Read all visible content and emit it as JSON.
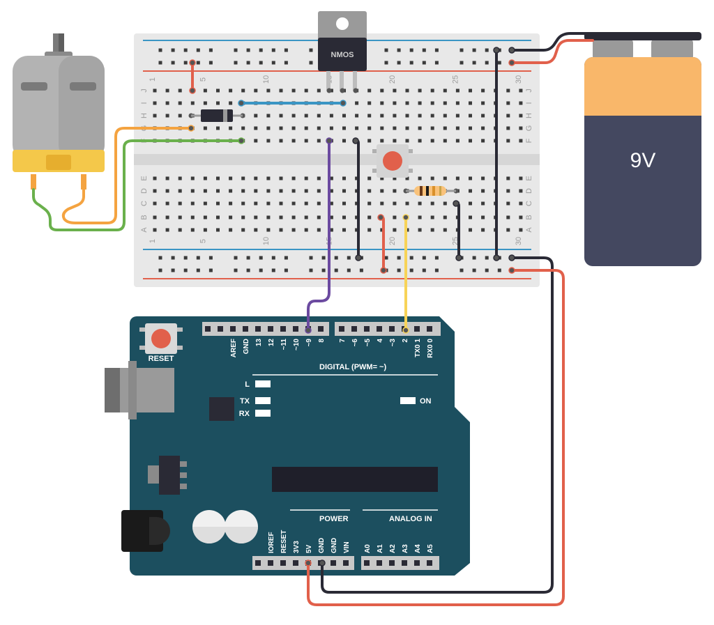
{
  "breadboard": {
    "col_numbers": [
      "1",
      "5",
      "10",
      "15",
      "20",
      "25",
      "30"
    ],
    "rows_top": [
      "J",
      "I",
      "H",
      "G",
      "F"
    ],
    "rows_bottom": [
      "E",
      "D",
      "C",
      "B",
      "A"
    ]
  },
  "mosfet": {
    "label": "NMOS"
  },
  "battery": {
    "label": "9V"
  },
  "arduino": {
    "reset_label": "RESET",
    "digital_pins": [
      "AREF",
      "GND",
      "13",
      "12",
      "~11",
      "~10",
      "~9",
      "8",
      "7",
      "~6",
      "~5",
      "4",
      "~3",
      "2",
      "TX0 1",
      "RX0 0"
    ],
    "digital_label": "DIGITAL (PWM=      ~)",
    "led_labels": [
      "L",
      "TX",
      "RX"
    ],
    "on_label": "ON",
    "power_label": "POWER",
    "analog_label": "ANALOG IN",
    "power_pins": [
      "IOREF",
      "RESET",
      "3V3",
      "5V",
      "GND",
      "GND",
      "VIN"
    ],
    "analog_pins": [
      "A0",
      "A1",
      "A2",
      "A3",
      "A4",
      "A5"
    ]
  },
  "colors": {
    "board": "#1c4f5f",
    "breadboard": "#e8e8e8",
    "wire_red": "#e1604b",
    "wire_black": "#2a2a35",
    "wire_orange": "#f4a340",
    "wire_green": "#6ab04c",
    "wire_blue": "#3a95c4",
    "wire_purple": "#6b4aa0",
    "wire_yellow": "#f7d358"
  }
}
